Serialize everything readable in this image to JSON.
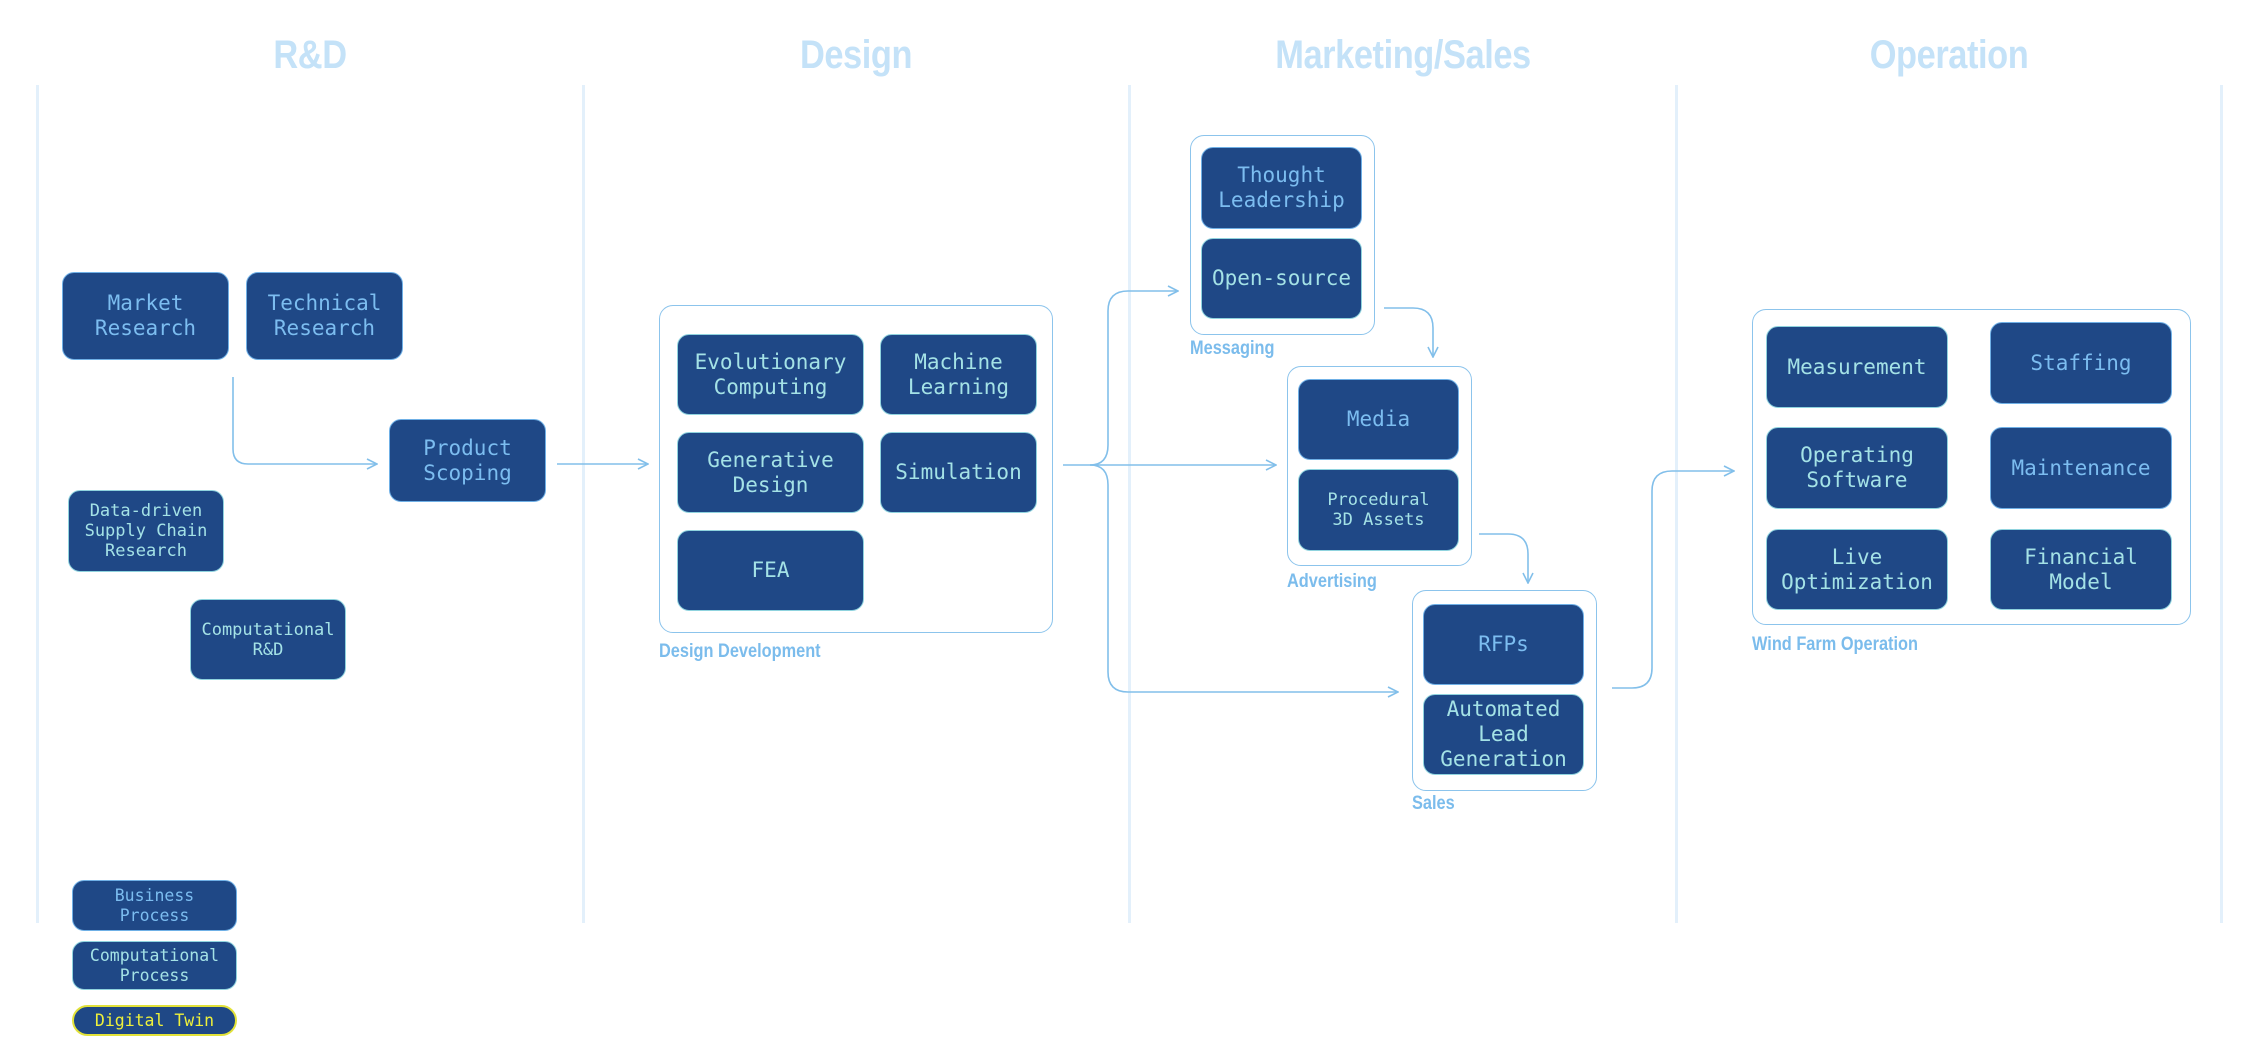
{
  "columns": [
    {
      "id": "rnd",
      "title": "R&D"
    },
    {
      "id": "design",
      "title": "Design"
    },
    {
      "id": "marketing",
      "title": "Marketing/Sales"
    },
    {
      "id": "operation",
      "title": "Operation"
    }
  ],
  "groups": {
    "design_development": "Design Development",
    "messaging": "Messaging",
    "advertising": "Advertising",
    "sales": "Sales",
    "wind_farm_operation": "Wind Farm Operation"
  },
  "nodes": {
    "market_research": {
      "label": "Market\nResearch",
      "type": "business"
    },
    "technical_research": {
      "label": "Technical\nResearch",
      "type": "business"
    },
    "product_scoping": {
      "label": "Product\nScoping",
      "type": "business"
    },
    "data_driven_supply_chain": {
      "label": "Data-driven\nSupply Chain\nResearch",
      "type": "computational"
    },
    "computational_rnd": {
      "label": "Computational\nR&D",
      "type": "computational"
    },
    "evolutionary_computing": {
      "label": "Evolutionary\nComputing",
      "type": "computational"
    },
    "machine_learning": {
      "label": "Machine\nLearning",
      "type": "computational"
    },
    "generative_design": {
      "label": "Generative\nDesign",
      "type": "computational"
    },
    "simulation": {
      "label": "Simulation",
      "type": "computational"
    },
    "fea": {
      "label": "FEA",
      "type": "computational"
    },
    "thought_leadership": {
      "label": "Thought\nLeadership",
      "type": "business"
    },
    "open_source": {
      "label": "Open-source",
      "type": "computational"
    },
    "media": {
      "label": "Media",
      "type": "business"
    },
    "procedural_3d_assets": {
      "label": "Procedural\n3D Assets",
      "type": "computational"
    },
    "rfps": {
      "label": "RFPs",
      "type": "business"
    },
    "automated_lead_generation": {
      "label": "Automated\nLead\nGeneration",
      "type": "computational"
    },
    "measurement": {
      "label": "Measurement",
      "type": "computational"
    },
    "staffing": {
      "label": "Staffing",
      "type": "business"
    },
    "operating_software": {
      "label": "Operating\nSoftware",
      "type": "computational"
    },
    "maintenance": {
      "label": "Maintenance",
      "type": "business"
    },
    "live_optimization": {
      "label": "Live\nOptimization",
      "type": "computational"
    },
    "financial_model": {
      "label": "Financial\nModel",
      "type": "computational"
    }
  },
  "legend": [
    {
      "label": "Business\nProcess",
      "type": "business"
    },
    {
      "label": "Computational\nProcess",
      "type": "computational"
    },
    {
      "label": "Digital Twin",
      "type": "twin"
    }
  ],
  "edges": [
    {
      "from": "market_research",
      "to": "product_scoping"
    },
    {
      "from": "product_scoping",
      "to": "design_development"
    },
    {
      "from": "design_development",
      "to": "messaging"
    },
    {
      "from": "design_development",
      "to": "advertising"
    },
    {
      "from": "design_development",
      "to": "sales"
    },
    {
      "from": "messaging",
      "to": "advertising"
    },
    {
      "from": "advertising",
      "to": "sales"
    },
    {
      "from": "sales",
      "to": "wind_farm_operation"
    }
  ],
  "colors": {
    "node_fill": "#1f4886",
    "business_text": "#7cbdf0",
    "computational_text": "#a4e2e6",
    "digital_twin_text": "#eef03a",
    "column_title": "#c4e2f8",
    "group_label": "#7bbcec",
    "connector": "#82bfea"
  }
}
